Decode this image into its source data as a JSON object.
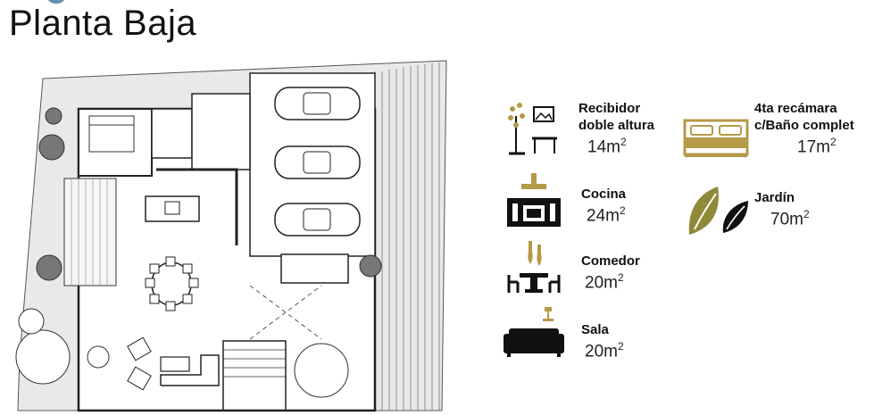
{
  "title": "Planta Baja",
  "colors": {
    "dark": "#111111",
    "gold": "#b59a47",
    "olive": "#8f8a3a"
  },
  "legend": [
    {
      "name": "recibidor",
      "label_line1": "Recibidor",
      "label_line2": "doble  altura",
      "area": "14m",
      "unit_exp": "2",
      "icon": "plant-lamp-icon"
    },
    {
      "name": "recamara",
      "label_line1": "4ta recámara",
      "label_line2": "c/Baño complet",
      "area": "17m",
      "unit_exp": "2",
      "icon": "bed-icon"
    },
    {
      "name": "cocina",
      "label_line1": "Cocina",
      "area": "24m",
      "unit_exp": "2",
      "icon": "stove-hood-icon"
    },
    {
      "name": "jardin",
      "label_line1": "Jardín",
      "area": "70m",
      "unit_exp": "2",
      "icon": "leaves-icon"
    },
    {
      "name": "comedor",
      "label_line1": "Comedor",
      "area": "20m",
      "unit_exp": "2",
      "icon": "dining-table-icon"
    },
    {
      "name": "sala",
      "label_line1": "Sala",
      "area": "20m",
      "unit_exp": "2",
      "icon": "sofa-icon"
    }
  ]
}
